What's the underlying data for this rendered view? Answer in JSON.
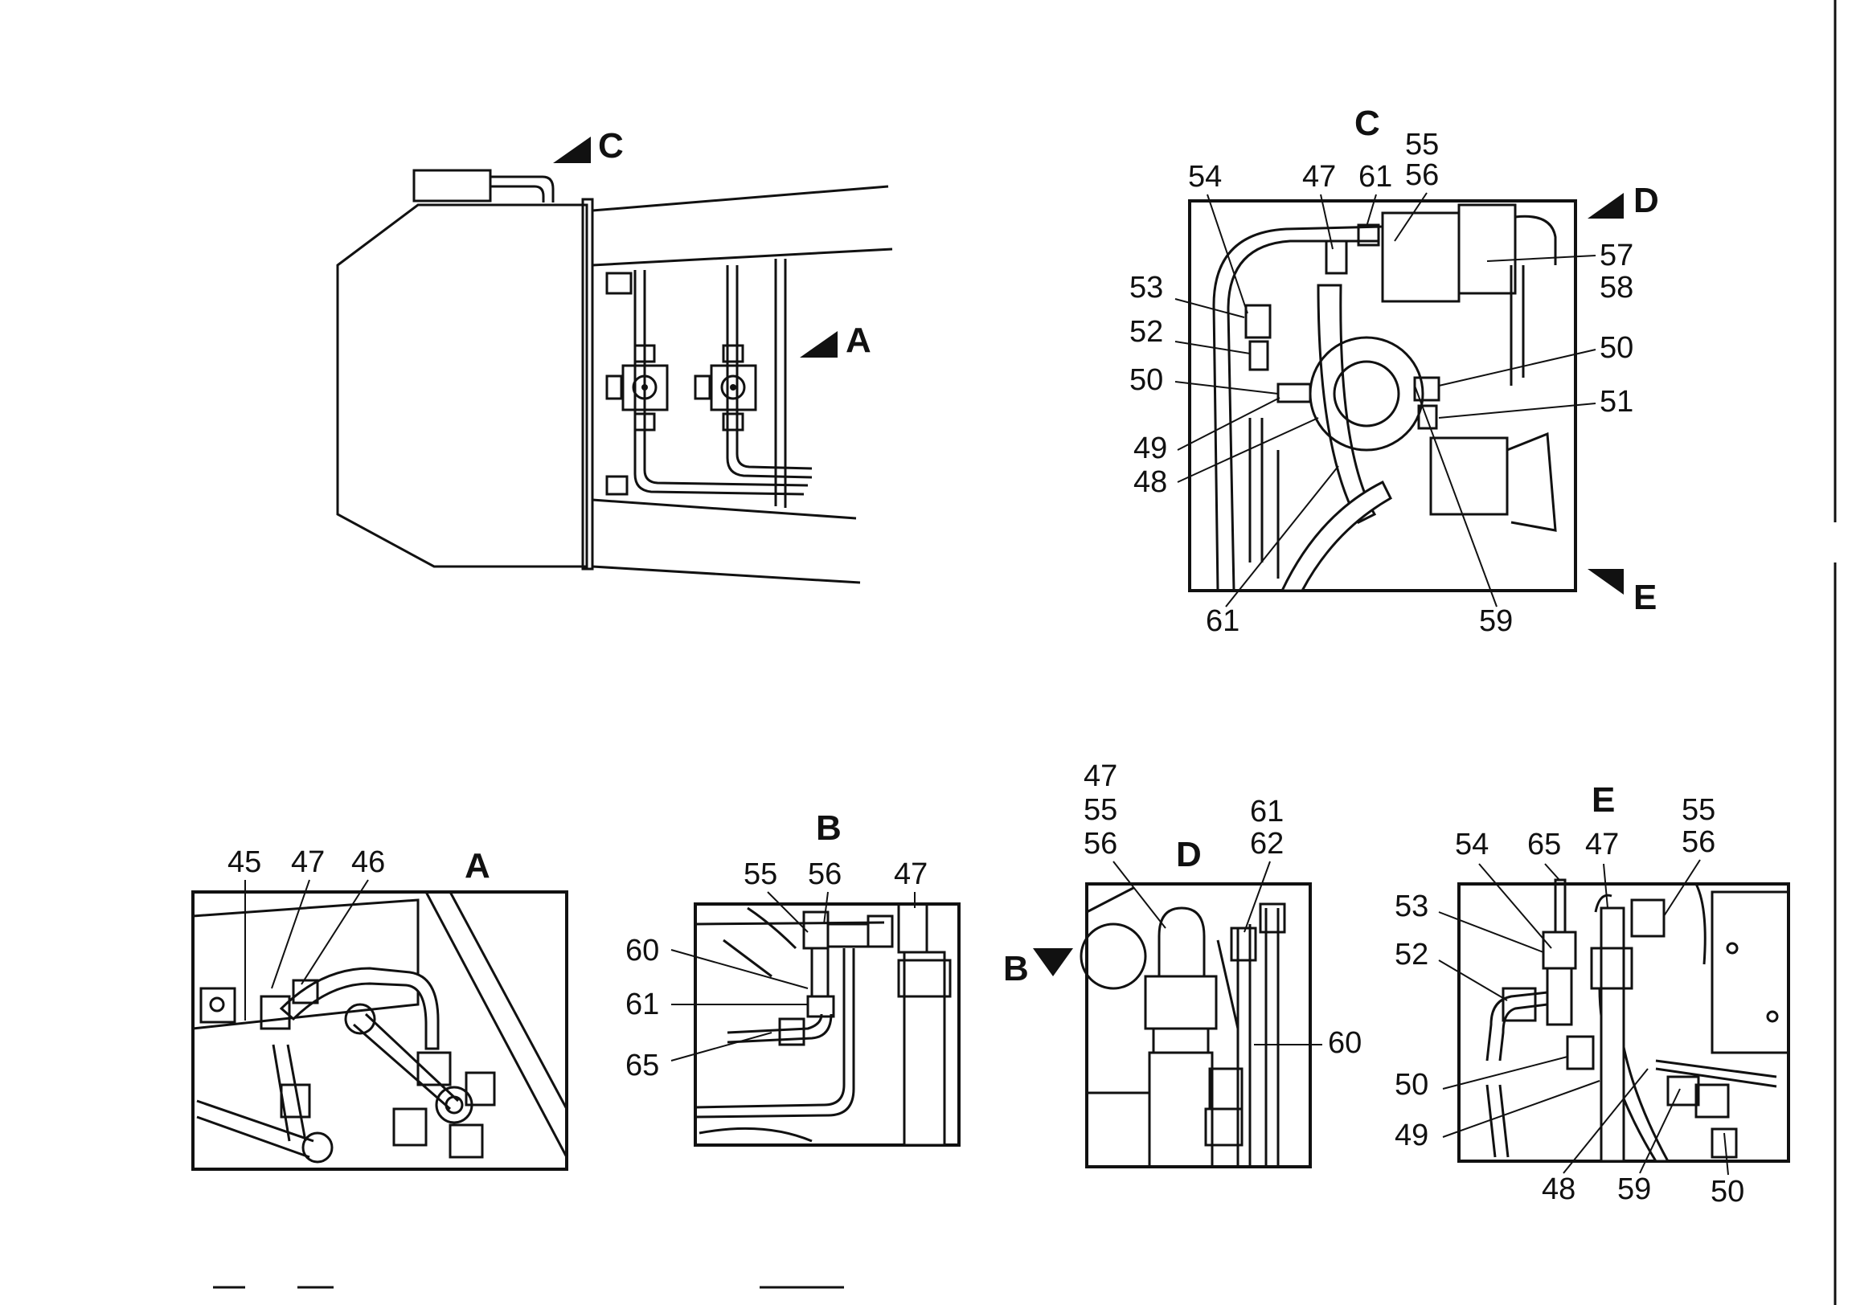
{
  "main_view": {
    "marker_c": "C",
    "marker_a": "A"
  },
  "view_c": {
    "title": "C",
    "marker_d": "D",
    "marker_e": "E",
    "labels": [
      "54",
      "47",
      "61",
      "55",
      "56",
      "57",
      "58",
      "53",
      "52",
      "50",
      "50",
      "51",
      "49",
      "48",
      "61",
      "59"
    ]
  },
  "view_a": {
    "title": "A",
    "labels": [
      "45",
      "47",
      "46"
    ]
  },
  "view_b": {
    "title": "B",
    "labels": [
      "55",
      "56",
      "47",
      "60",
      "61",
      "65"
    ]
  },
  "view_d": {
    "title": "D",
    "marker_b": "B",
    "labels": [
      "47",
      "55",
      "56",
      "61",
      "62",
      "60"
    ]
  },
  "view_e": {
    "title": "E",
    "labels": [
      "54",
      "65",
      "47",
      "55",
      "56",
      "53",
      "52",
      "50",
      "49",
      "48",
      "59",
      "50"
    ]
  }
}
